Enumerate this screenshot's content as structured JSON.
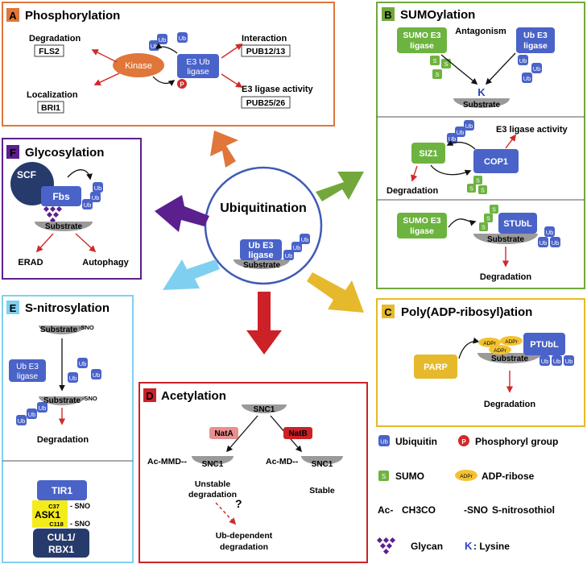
{
  "center": {
    "title": "Ubiquitination",
    "e3": [
      "Ub E3",
      "ligase"
    ],
    "substrate": "Substrate"
  },
  "common": {
    "ub": "Ub",
    "s": "S",
    "substrate": "Substrate",
    "p": "P",
    "adpr": "ADPr"
  },
  "panelA": {
    "letter": "A",
    "title": "Phosphorylation",
    "kinase": "Kinase",
    "e3": [
      "E3 Ub",
      "ligase"
    ],
    "degradation": "Degradation",
    "degradation_gene": "FLS2",
    "localization": "Localization",
    "localization_gene": "BRI1",
    "interaction": "Interaction",
    "interaction_gene": "PUB12/13",
    "e3_activity": "E3 ligase activity",
    "e3_activity_gene": "PUB25/26"
  },
  "panelB": {
    "letter": "B",
    "title": "SUMOylation",
    "sumo_e3": [
      "SUMO E3",
      "ligase"
    ],
    "ub_e3": [
      "Ub E3",
      "ligase"
    ],
    "antagonism": "Antagonism",
    "lysine": "K",
    "siz1": "SIZ1",
    "cop1": "COP1",
    "e3_activity": "E3 ligase activity",
    "degradation": "Degradation",
    "sumo_e3_2": [
      "SUMO E3",
      "ligase"
    ],
    "stubl": "STUbL",
    "degradation2": "Degradation"
  },
  "panelC": {
    "letter": "C",
    "title": "Poly(ADP-ribosyl)ation",
    "parp": "PARP",
    "ptubl": "PTUbL",
    "degradation": "Degradation"
  },
  "panelD": {
    "letter": "D",
    "title": "Acetylation",
    "snc1": "SNC1",
    "nata": "NatA",
    "natb": "NatB",
    "ac_mmd": "Ac-MMD--",
    "ac_md": "Ac-MD--",
    "unstable": [
      "Unstable",
      "degradation"
    ],
    "stable": "Stable",
    "question": "?",
    "ubdep": [
      "Ub-dependent",
      "degradation"
    ]
  },
  "panelE": {
    "letter": "E",
    "title": "S-nitrosylation",
    "sub_sno": "Substrate",
    "sno": "-SNO",
    "ub_e3": [
      "Ub E3",
      "ligase"
    ],
    "degradation": "Degradation",
    "tir1": "TIR1",
    "ask1": "ASK1",
    "c37": "C37",
    "c118": "C118",
    "sno_label": "- SNO",
    "cul1": [
      "CUL1/",
      "RBX1"
    ]
  },
  "panelF": {
    "letter": "F",
    "title": "Glycosylation",
    "scf": "SCF",
    "fbs": "Fbs",
    "erad": "ERAD",
    "autophagy": "Autophagy"
  },
  "legend": {
    "ubiquitin": "Ubiquitin",
    "phosphoryl": "Phosphoryl group",
    "sumo": "SUMO",
    "adpribose": "ADP-ribose",
    "ac": "Ac-",
    "ch3co": "CH3CO",
    "sno": "-SNO",
    "snitrosothiol": "S-nitrosothiol",
    "glycan": "Glycan",
    "k": "K",
    "lysine": ": Lysine"
  },
  "colors": {
    "phos": "#e0763a",
    "sumo": "#72a83b",
    "parp": "#e6b92c",
    "acet": "#cc2127",
    "snitro": "#7fd0f0",
    "glyco": "#5b1f8e",
    "center": "#3f5bb5",
    "ub": "#4a63c8",
    "sumo_box": "#6db33f",
    "red": "#d02a2a",
    "adpr": "#f3c232",
    "gray": "#9a9a9a",
    "navy": "#263a6b"
  }
}
